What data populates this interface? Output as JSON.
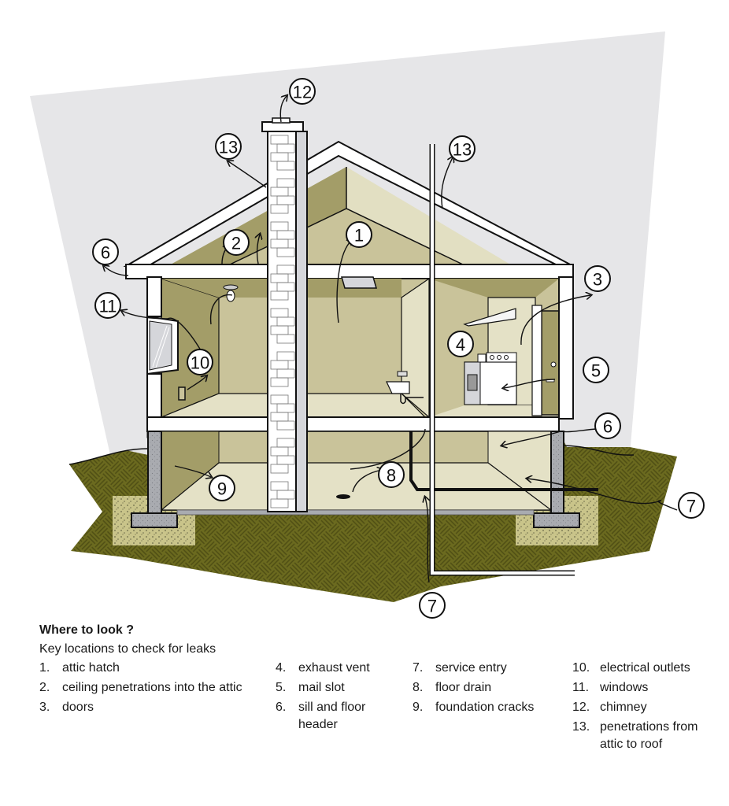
{
  "legend": {
    "title": "Where to look ?",
    "subtitle": "Key locations to check for leaks",
    "items": [
      {
        "num": "1.",
        "label": "attic hatch"
      },
      {
        "num": "2.",
        "label": "ceiling penetrations into the attic"
      },
      {
        "num": "3.",
        "label": "doors"
      },
      {
        "num": "4.",
        "label": "exhaust vent"
      },
      {
        "num": "5.",
        "label": "mail slot"
      },
      {
        "num": "6.",
        "label": "sill and floor header"
      },
      {
        "num": "7.",
        "label": "service entry"
      },
      {
        "num": "8.",
        "label": "floor drain"
      },
      {
        "num": "9.",
        "label": "foundation cracks"
      },
      {
        "num": "10.",
        "label": "electrical outlets"
      },
      {
        "num": "11.",
        "label": "windows"
      },
      {
        "num": "12.",
        "label": "chimney"
      },
      {
        "num": "13.",
        "label": "penetrations from attic to roof"
      }
    ]
  },
  "callouts": [
    "1",
    "2",
    "3",
    "4",
    "5",
    "6",
    "6",
    "7",
    "7",
    "8",
    "9",
    "10",
    "11",
    "12",
    "13",
    "13"
  ],
  "colors": {
    "sky": "#e6e6e8",
    "ground": "#6b6a1f",
    "ground_line": "#4f4e14",
    "wall_dark": "#a39d68",
    "wall_mid": "#c9c39a",
    "wall_light": "#e4e1c6",
    "attic_light": "#e2dfc2",
    "concrete": "#a9abb0",
    "gravel": "#c9c48a",
    "outline": "#111111"
  }
}
